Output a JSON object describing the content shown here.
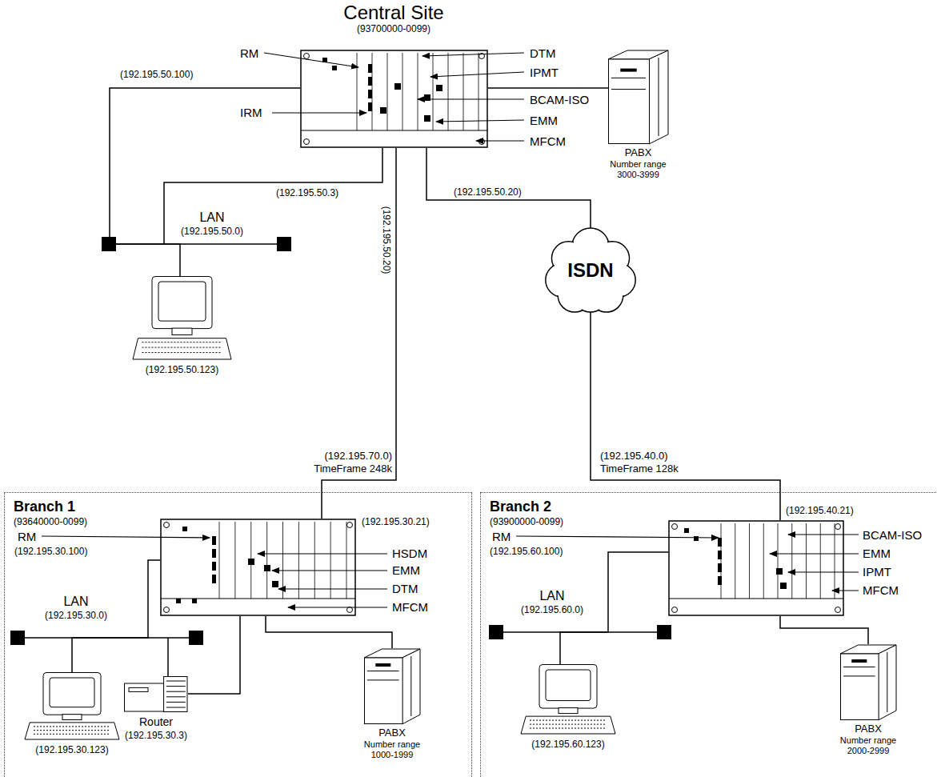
{
  "diagram": {
    "nodes": [
      {
        "text": [
          "Central Site",
          "(93700000-0099)"
        ]
      },
      {
        "text": [
          "PABX",
          "Number range 3000-3999"
        ]
      },
      {
        "text": [
          "(192.195.50.123)"
        ]
      },
      {
        "text": [
          "ISDN"
        ]
      },
      {
        "text": [
          "Branch 1",
          "(93640000-0099)"
        ]
      },
      {
        "text": [
          "(192.195.30.21)"
        ],
        "in": 4
      },
      {
        "text": [
          "(192.195.30.123)"
        ],
        "in": 4
      },
      {
        "text": [
          "Router",
          "(192.195.30.3)"
        ],
        "in": 4
      },
      {
        "text": [
          "PABX",
          "Number range 1000-1999"
        ],
        "in": 4
      },
      {
        "text": [
          "Branch 2",
          "(93900000-0099)"
        ]
      },
      {
        "text": [
          "(192.195.40.21)"
        ],
        "in": 9
      },
      {
        "text": [
          "(192.195.60.123)"
        ],
        "in": 9
      },
      {
        "text": [
          "PABX",
          "Number range 2000-2999"
        ],
        "in": 9
      }
    ],
    "edges": [
      {
        "from": 0,
        "to": 1,
        "arrow": "none"
      },
      {
        "from": 0,
        "to": 2,
        "arrow": "none"
      },
      {
        "from": 0,
        "to": 3,
        "label": "(192.195.50.20)",
        "arrow": "none"
      },
      {
        "from": 3,
        "to": 10,
        "label": "(192.195.40.0) TimeFrame 128k",
        "arrow": "none"
      },
      {
        "from": 0,
        "to": 5,
        "label": "(192.195.70.0) TimeFrame 248k",
        "arrow": "none"
      },
      {
        "from": 5,
        "to": 7,
        "arrow": "none"
      },
      {
        "from": 5,
        "to": 8,
        "arrow": "none"
      },
      {
        "from": 5,
        "to": 6,
        "arrow": "none"
      },
      {
        "from": 10,
        "to": 11,
        "arrow": "none"
      },
      {
        "from": 10,
        "to": 12,
        "arrow": "none"
      }
    ],
    "labels": [
      "RM",
      "IRM",
      "DTM",
      "IPMT",
      "BCAM-ISO",
      "EMM",
      "MFCM",
      "(192.195.50.100)",
      "(192.195.50.3)",
      "(192.195.50.20)",
      "LAN",
      "(192.195.50.0)",
      "RM",
      "(192.195.30.100)",
      "HSDM",
      "EMM",
      "DTM",
      "MFCM",
      "LAN",
      "(192.195.30.0)",
      "RM",
      "(192.195.60.100)",
      "BCAM-ISO",
      "EMM",
      "IPMT",
      "MFCM",
      "LAN",
      "(192.195.60.0)"
    ]
  }
}
